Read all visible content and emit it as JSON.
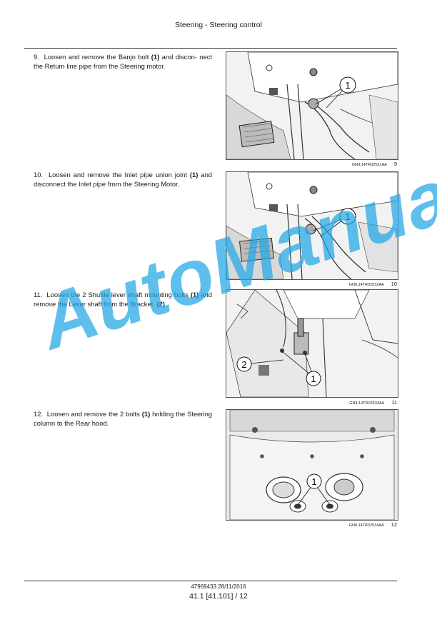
{
  "header": {
    "title": "Steering - Steering control"
  },
  "steps": [
    {
      "number": "9.",
      "text_1": "Loosen and remove the Banjo bolt",
      "ref_1": "(1)",
      "text_2": "and discon- nect the Return line pipe from the Steering motor.",
      "fig_code": "GNIL14TR02531AA",
      "fig_num": "9",
      "callouts": [
        "1"
      ]
    },
    {
      "number": "10.",
      "text_1": "Loosen and remove the Inlet pipe union joint",
      "ref_1": "(1)",
      "text_2": "and disconnect the Inlet pipe from the Steering Motor.",
      "fig_code": "GNIL14TR02532AA",
      "fig_num": "10",
      "callouts": [
        "1"
      ]
    },
    {
      "number": "11.",
      "text_1": "Loosen the 2 Shuttle lever shaft mounting bolts",
      "ref_1": "(1)",
      "text_2": "and remove the Lever shaft from the Bracket.",
      "ref_2": "(2)",
      "text_3": ".",
      "fig_code": "GNIL14TR02533AA",
      "fig_num": "11",
      "callouts": [
        "1",
        "2"
      ]
    },
    {
      "number": "12.",
      "text_1": "Loosen and remove the 2 bolts",
      "ref_1": "(1)",
      "text_2": "holding the Steering column to the Rear hood.",
      "fig_code": "GNIL14TR02534AA",
      "fig_num": "12",
      "callouts": [
        "1"
      ]
    }
  ],
  "watermark": "AutoManual",
  "footer": {
    "doc_ref": "47969433 28/11/2016",
    "page_ref": "41.1 [41.101] / 12"
  }
}
